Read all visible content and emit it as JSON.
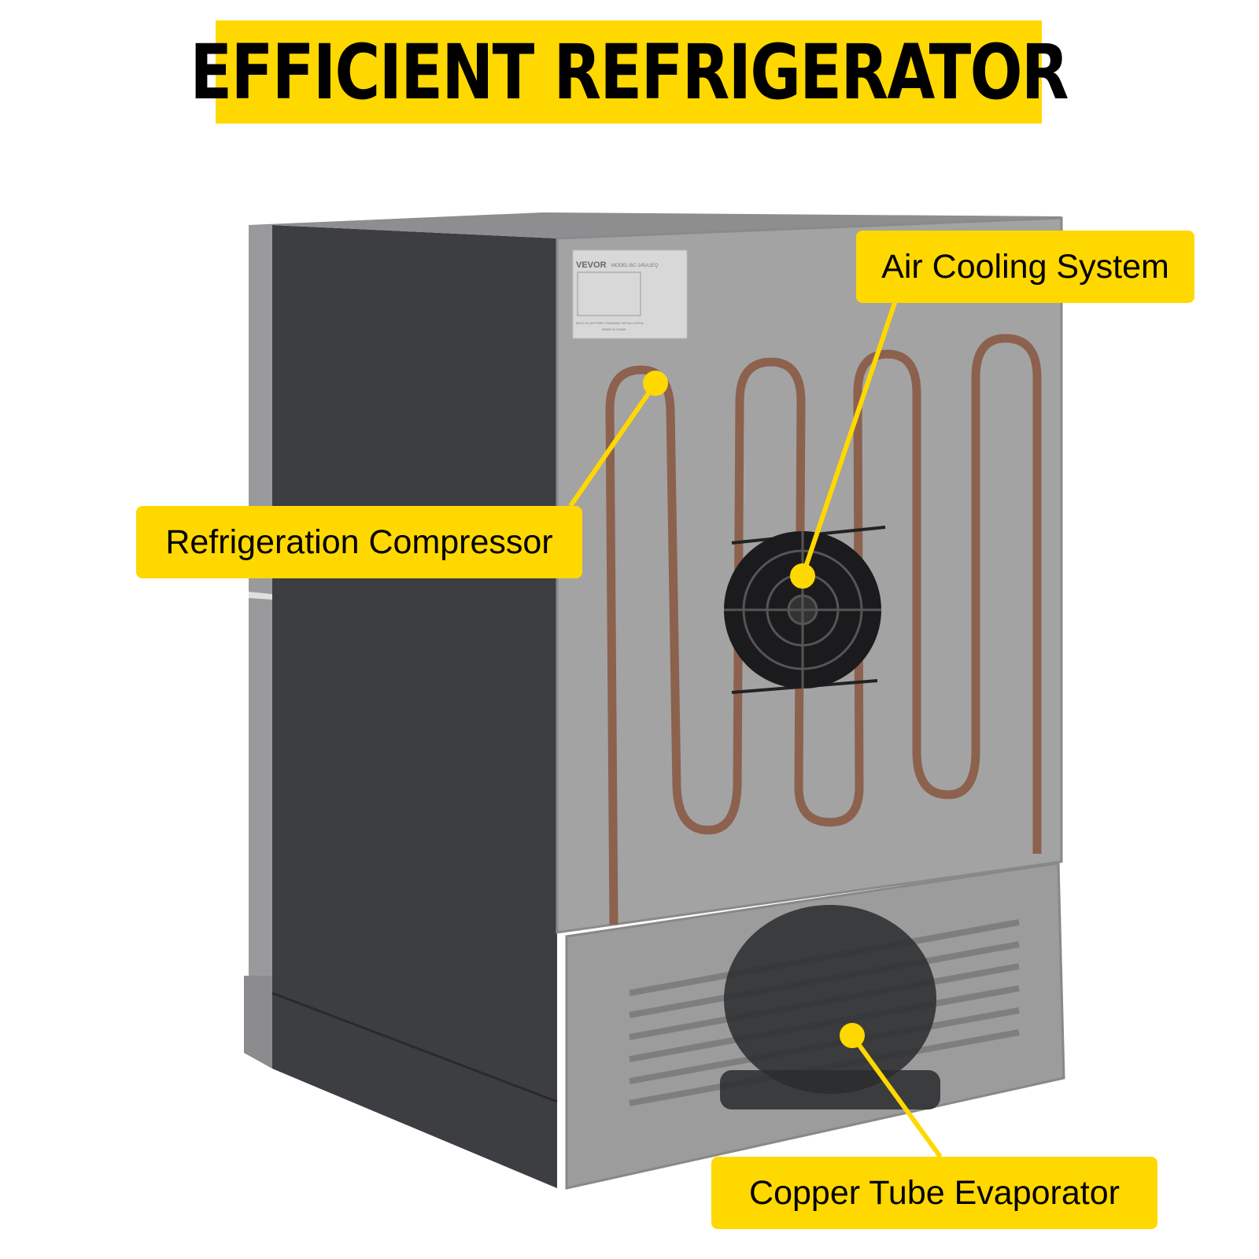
{
  "title": "EFFICIENT REFRIGERATOR",
  "callouts": {
    "air_cooling": "Air Cooling System",
    "compressor": "Refrigeration Compressor",
    "evaporator": "Copper Tube Evaporator"
  },
  "sticker": {
    "brand": "VEVOR",
    "model": "MODEL:BC-145A1EQ",
    "install": "BUILT-IN OR FREE STANDING INSTALLATION",
    "origin": "MADE IN CHINA"
  },
  "colors": {
    "accent": "#ffd800",
    "cabinet_side": "#3d3e42",
    "back_panel": "#a3a3a3",
    "copper": "#8a5a45"
  }
}
